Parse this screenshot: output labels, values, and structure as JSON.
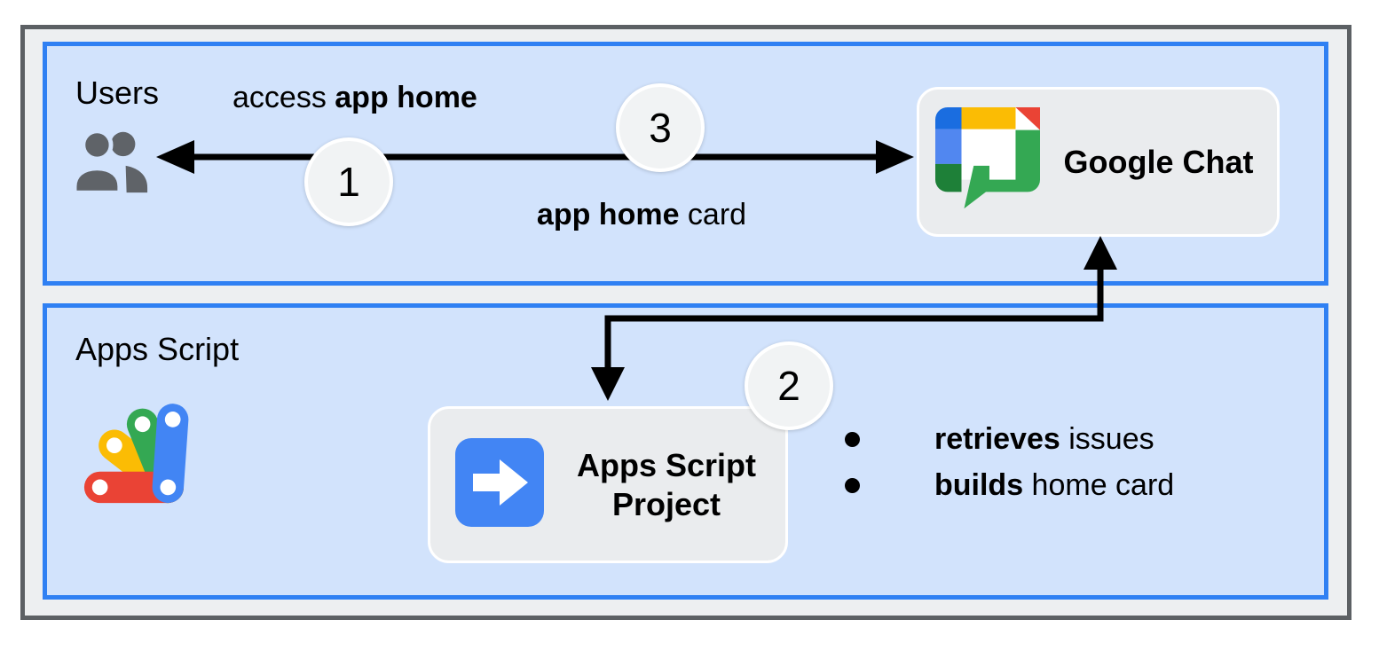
{
  "lanes": {
    "users": {
      "label": "Users"
    },
    "apps_script": {
      "label": "Apps Script"
    }
  },
  "nodes": {
    "google_chat": {
      "label": "Google Chat"
    },
    "apps_script_project": {
      "label": "Apps Script Project"
    }
  },
  "badges": {
    "step1": "1",
    "step2": "2",
    "step3": "3"
  },
  "arrows": {
    "request_label": {
      "regular": "access ",
      "bold": "app home"
    },
    "response_label": {
      "bold": "app home",
      "regular": " card"
    }
  },
  "bullets": {
    "item1": {
      "bold": "retrieves",
      "regular": " issues"
    },
    "item2": {
      "bold": "builds",
      "regular": " home card"
    }
  },
  "icons": {
    "users": "people-silhouettes-icon",
    "google_chat": "google-chat-logo",
    "apps_script": "apps-script-logo",
    "project": "white-right-arrow-in-blue-square-icon"
  },
  "colors": {
    "lane_fill": "#d2e3fc",
    "lane_border": "#2f80f3",
    "frame_fill": "#edeff1",
    "frame_border": "#5c6064",
    "node_fill": "#eaecee",
    "node_border": "#ffffff",
    "badge_fill": "#f1f3f4",
    "badge_border": "#ffffff",
    "connector": "#000000",
    "text": "#000000",
    "icon_gray": "#5f6368",
    "google_blue": "#4285f4",
    "google_red": "#ea4335",
    "google_yellow": "#fbbc04",
    "google_green": "#34a853",
    "chat_dark_blue": "#1a6de0",
    "chat_mid_blue": "#5187f0",
    "chat_dark_green": "#1e8038"
  }
}
